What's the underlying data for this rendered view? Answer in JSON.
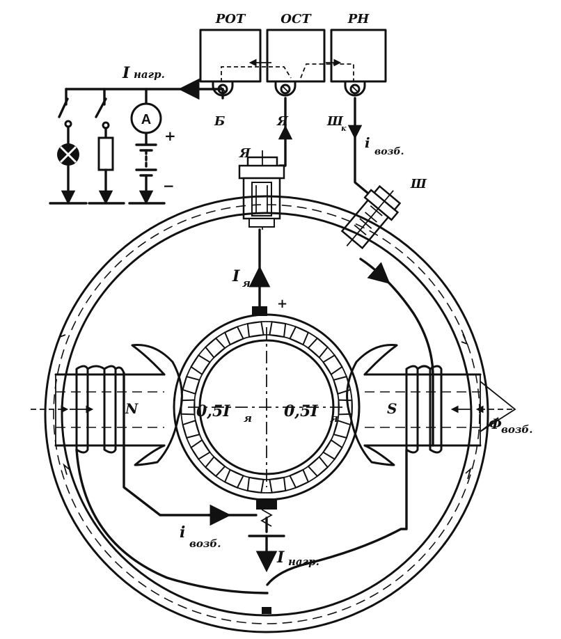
{
  "labels": {
    "relay_rot": "РОТ",
    "relay_ost": "ОСТ",
    "relay_rn": "РН",
    "i_load_top": "I",
    "i_load_top_sub": "нагр.",
    "terminal_b": "Б",
    "terminal_ya_top": "Я",
    "terminal_sh_top": "Ш",
    "terminal_sh_top_sub": "к",
    "i_exc_top": "i",
    "i_exc_top_sub": "возб.",
    "brush_ya": "Я",
    "brush_sh": "Ш",
    "ammeter": "A",
    "plus_battery": "+",
    "minus_battery": "−",
    "plus_brush": "+",
    "i_armature": "I",
    "i_armature_sub": "я",
    "pole_n": "N",
    "pole_s": "S",
    "half_left": "0,5I",
    "half_left_sub": "я",
    "half_right": "0,5I",
    "half_right_sub": "я",
    "flux": "Ф",
    "flux_sub": "возб.",
    "i_exc_bottom": "i",
    "i_exc_bottom_sub": "возб.",
    "i_load_bottom": "I",
    "i_load_bottom_sub": "нагр."
  }
}
